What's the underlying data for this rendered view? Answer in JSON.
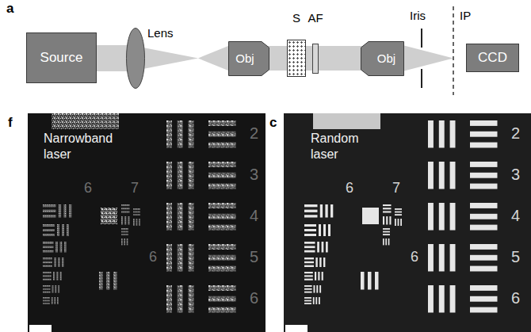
{
  "diagram": {
    "nodes": [
      {
        "text": [
          "Source"
        ]
      },
      {
        "text": [
          "Lens"
        ]
      },
      {
        "text": [
          "Obj"
        ]
      },
      {
        "text": [
          "S"
        ]
      },
      {
        "text": [
          "AF"
        ]
      },
      {
        "text": [
          "Obj"
        ]
      },
      {
        "text": [
          "CCD"
        ]
      },
      {
        "text": [
          "Narrowband laser"
        ]
      },
      {
        "text": [
          "Random laser"
        ]
      }
    ],
    "labels": [
      "a",
      "Iris",
      "IP",
      "f",
      "c",
      "2",
      "6",
      "7",
      "3",
      "4",
      "6",
      "5",
      "6",
      "2",
      "6",
      "7",
      "3",
      "4",
      "6",
      "5",
      "6"
    ]
  }
}
